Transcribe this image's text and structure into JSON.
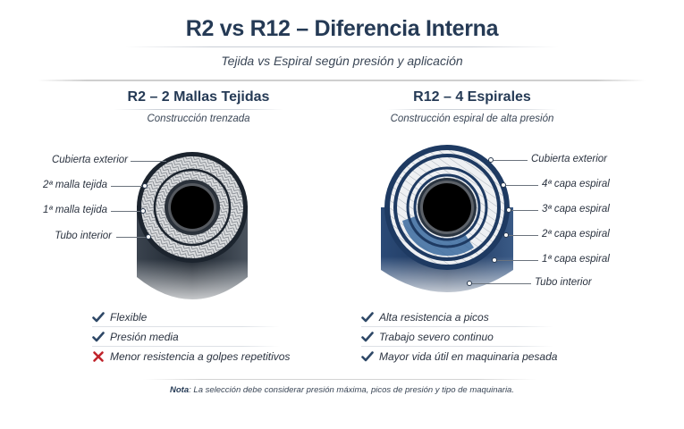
{
  "header": {
    "title": "R2 vs R12 – Diferencia Interna",
    "subtitle": "Tejida vs Espiral según presión y aplicación"
  },
  "colors": {
    "title": "#253a55",
    "check": "#2e4867",
    "cross": "#c0232b",
    "r2_hose": "#1e2833",
    "r12_hose": "#1f3a63",
    "braid": "#d9dbdd",
    "spiral_blue": "#2f5f93"
  },
  "r2": {
    "title": "R2 – 2 Mallas Tejidas",
    "subtitle": "Construcción trenzada",
    "labels": [
      {
        "text": "Cubierta exterior"
      },
      {
        "text": "2ª malla tejida"
      },
      {
        "text": "1ª malla tejida"
      },
      {
        "text": "Tubo interior"
      }
    ],
    "features": [
      {
        "icon": "check-icon",
        "text": "Flexible"
      },
      {
        "icon": "check-icon",
        "text": "Presión media"
      },
      {
        "icon": "cross-icon",
        "text": "Menor resistencia a golpes repetitivos"
      }
    ]
  },
  "r12": {
    "title": "R12 – 4 Espirales",
    "subtitle": "Construcción espiral de alta presión",
    "labels": [
      {
        "text": "Cubierta exterior"
      },
      {
        "text": "4ª capa espiral"
      },
      {
        "text": "3ª capa espiral"
      },
      {
        "text": "2ª capa espiral"
      },
      {
        "text": "1ª capa espiral"
      },
      {
        "text": "Tubo interior"
      }
    ],
    "features": [
      {
        "icon": "check-icon",
        "text": "Alta resistencia a picos"
      },
      {
        "icon": "check-icon",
        "text": "Trabajo severo continuo"
      },
      {
        "icon": "check-icon",
        "text": "Mayor vida útil en maquinaria pesada"
      }
    ]
  },
  "note": {
    "label": "Nota",
    "text": ": La selección debe considerar presión máxima, picos de presión y tipo de maquinaria."
  }
}
